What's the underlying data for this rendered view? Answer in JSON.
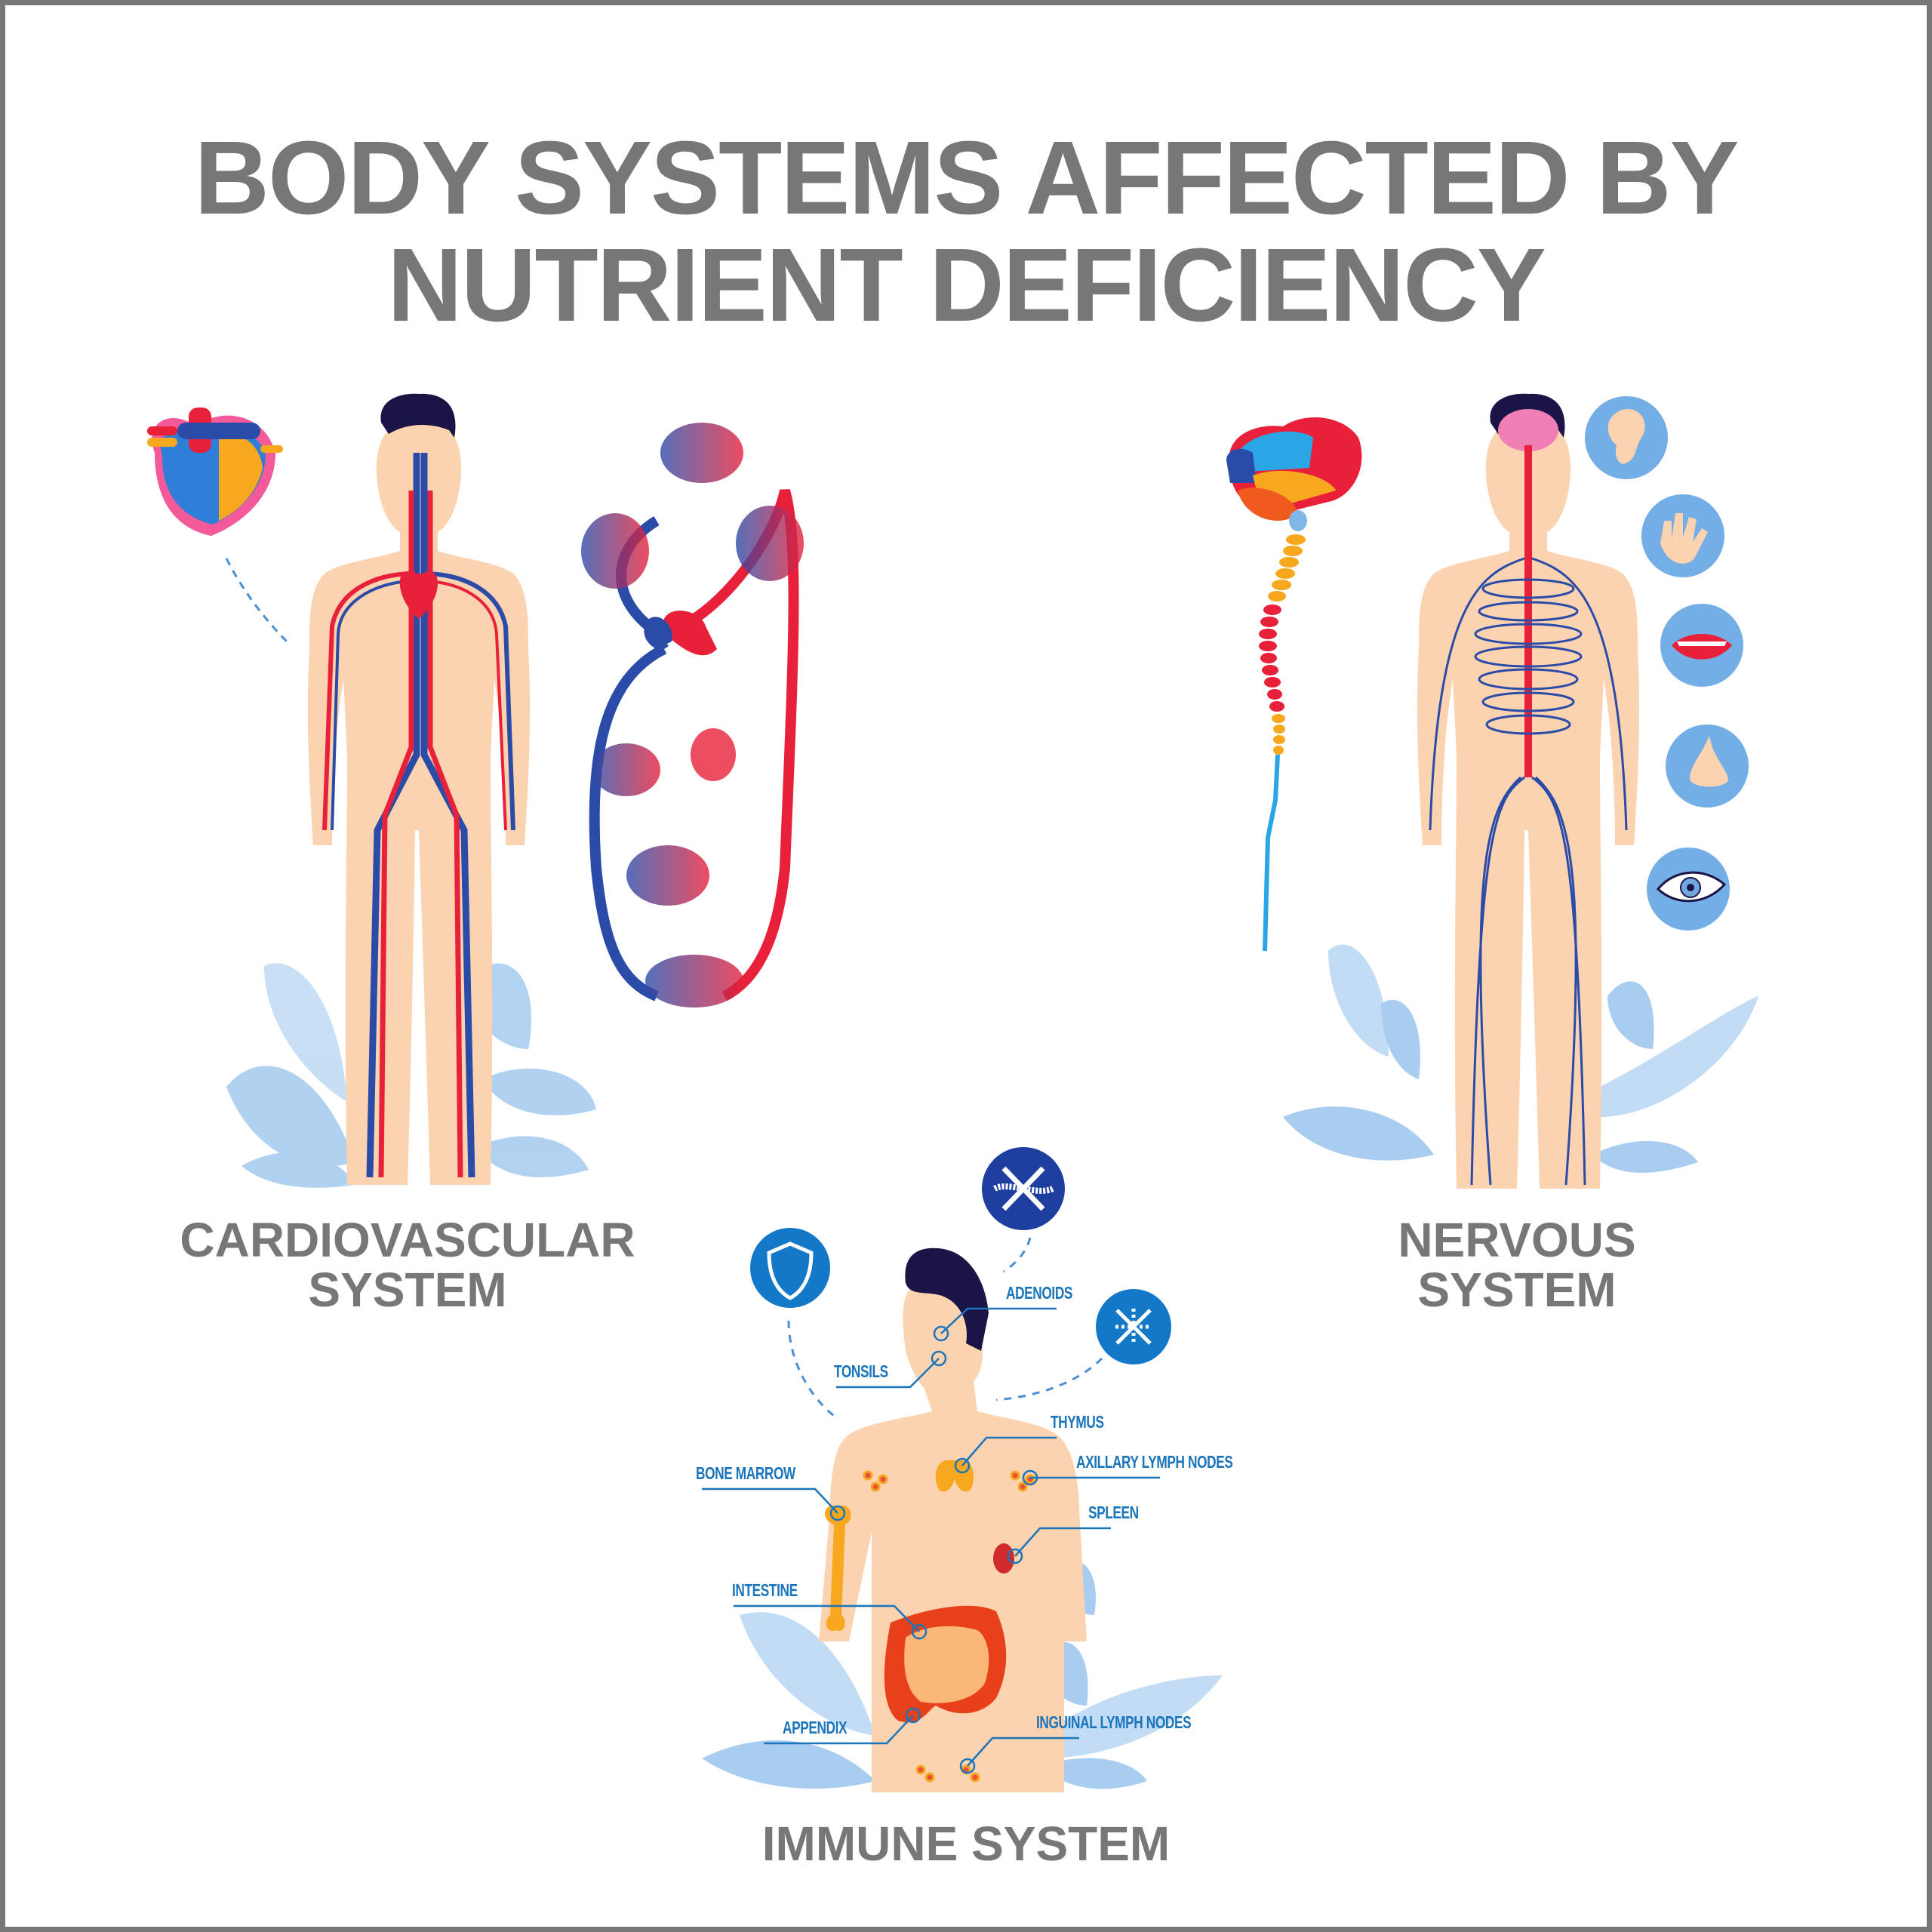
{
  "title": {
    "line1": "BODY SYSTEMS AFFECTED BY",
    "line2": "NUTRIENT DEFICIENCY"
  },
  "colors": {
    "title_gray": "#777777",
    "label_blue": "#1a75bb",
    "skin": "#fbd3b0",
    "artery_red": "#e8203a",
    "vein_blue": "#2b4ba8",
    "leaf_blue": "#a9cdf0",
    "icon_circle_blue": "#1478c8",
    "icon_circle_dark": "#1f3fa0",
    "sense_circle": "#74aee6",
    "hair": "#1b1446",
    "border": "#777777"
  },
  "sections": {
    "cardiovascular": {
      "label_line1": "CARDIOVASCULAR",
      "label_line2": "SYSTEM",
      "icons": [
        "heart-anatomy-icon",
        "circulation-loop-diagram"
      ]
    },
    "nervous": {
      "label_line1": "NERVOUS",
      "label_line2": "SYSTEM",
      "icons": [
        "brain-spinal-cord-icon",
        "ear-icon",
        "hand-icon",
        "mouth-icon",
        "nose-icon",
        "eye-icon"
      ]
    },
    "immune": {
      "label": "IMMUNE SYSTEM",
      "icons": [
        "shield-icon",
        "bacteria-crossed-icon",
        "virus-crossed-icon"
      ],
      "organ_labels": {
        "adenoids": "ADENOIDS",
        "tonsils": "TONSILS",
        "thymus": "THYMUS",
        "axillary": "AXILLARY LYMPH NODES",
        "bone_marrow": "BONE MARROW",
        "spleen": "SPLEEN",
        "intestine": "INTESTINE",
        "appendix": "APPENDIX",
        "inguinal": "INGUINAL LYMPH NODES"
      }
    }
  }
}
